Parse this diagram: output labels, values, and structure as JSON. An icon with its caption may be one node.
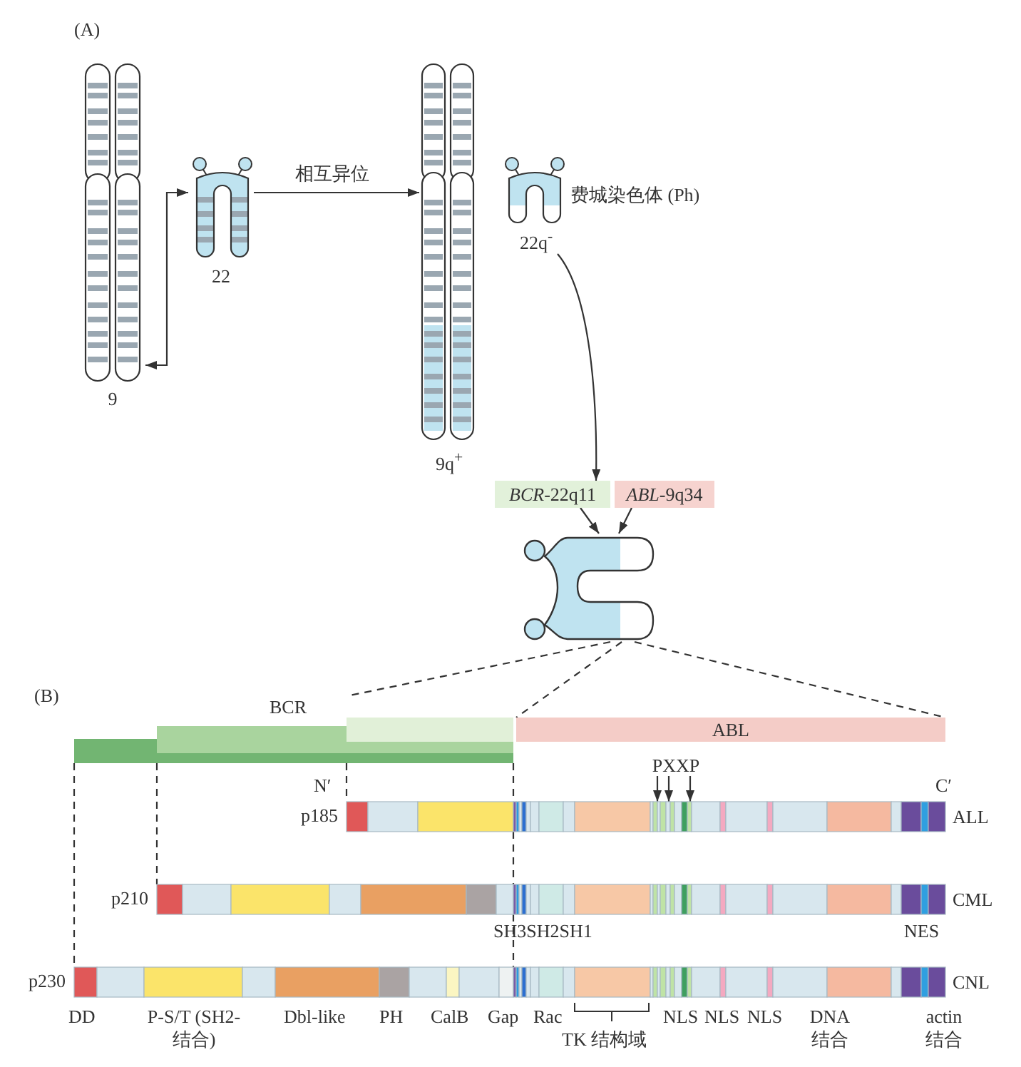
{
  "diagram": {
    "nodes": [
      {
        "text": [
          "9"
        ]
      },
      {
        "text": [
          "22"
        ]
      },
      {
        "text": [
          "9q$^{+}$"
        ]
      },
      {
        "text": [
          "22q$^{-}$"
        ],
        "beside": [
          "费城染色体 (Ph)"
        ]
      },
      {
        "text": [
          "*BCR*-22q11"
        ]
      },
      {
        "text": [
          "*ABL*-9q34"
        ]
      },
      {
        "text": [],
        "shape": "picture"
      },
      {
        "text": [
          "BCR"
        ]
      },
      {
        "text": [
          "ABL"
        ]
      },
      {
        "text": [
          "PXXP"
        ]
      },
      {
        "text": [
          "p185"
        ],
        "beside": [
          "ALL"
        ]
      },
      {
        "text": [
          "p210"
        ],
        "beside": [
          "CML"
        ]
      },
      {
        "text": [
          "p230"
        ],
        "beside": [
          "CNL"
        ]
      }
    ],
    "edges": [
      {
        "from": 0,
        "to": 1,
        "arrow": "both"
      },
      {
        "from": 1,
        "to": 2,
        "arrow": "to",
        "label": "相互异位"
      },
      {
        "from": 3,
        "to": 4,
        "arrow": "to"
      },
      {
        "from": 4,
        "to": 6,
        "arrow": "to"
      },
      {
        "from": 5,
        "to": 6,
        "arrow": "to"
      },
      {
        "from": 6,
        "to": 7,
        "arrow": "none",
        "style": "dashed"
      },
      {
        "from": 6,
        "to": 8,
        "arrow": "none",
        "style": "dashed"
      },
      {
        "from": 6,
        "to": 8,
        "arrow": "none",
        "style": "dashed"
      },
      {
        "from": 7,
        "to": 12,
        "arrow": "none",
        "style": "dashed"
      },
      {
        "from": 7,
        "to": 11,
        "arrow": "none",
        "style": "dashed"
      },
      {
        "from": 7,
        "to": 10,
        "arrow": "none",
        "style": "dashed"
      },
      {
        "from": 7,
        "to": 10,
        "arrow": "none",
        "style": "dashed"
      },
      {
        "from": 10,
        "to": 11,
        "arrow": "none",
        "style": "dashed"
      },
      {
        "from": 11,
        "to": 12,
        "arrow": "none",
        "style": "dashed"
      },
      {
        "from": 9,
        "to": 10,
        "arrow": "to"
      },
      {
        "from": 9,
        "to": 10,
        "arrow": "to"
      },
      {
        "from": 9,
        "to": 10,
        "arrow": "to"
      }
    ],
    "labels": [
      "(A)",
      "(B)",
      "N′",
      "C′",
      "SH3SH2SH1",
      "NES",
      "DD",
      "P-S/T (SH2-结合)",
      "Dbl-like",
      "PH",
      "CalB",
      "Gap",
      "Rac",
      "NLS",
      "NLS",
      "NLS",
      "DNA 结合",
      "actin 结合",
      "TK 结构域"
    ]
  }
}
